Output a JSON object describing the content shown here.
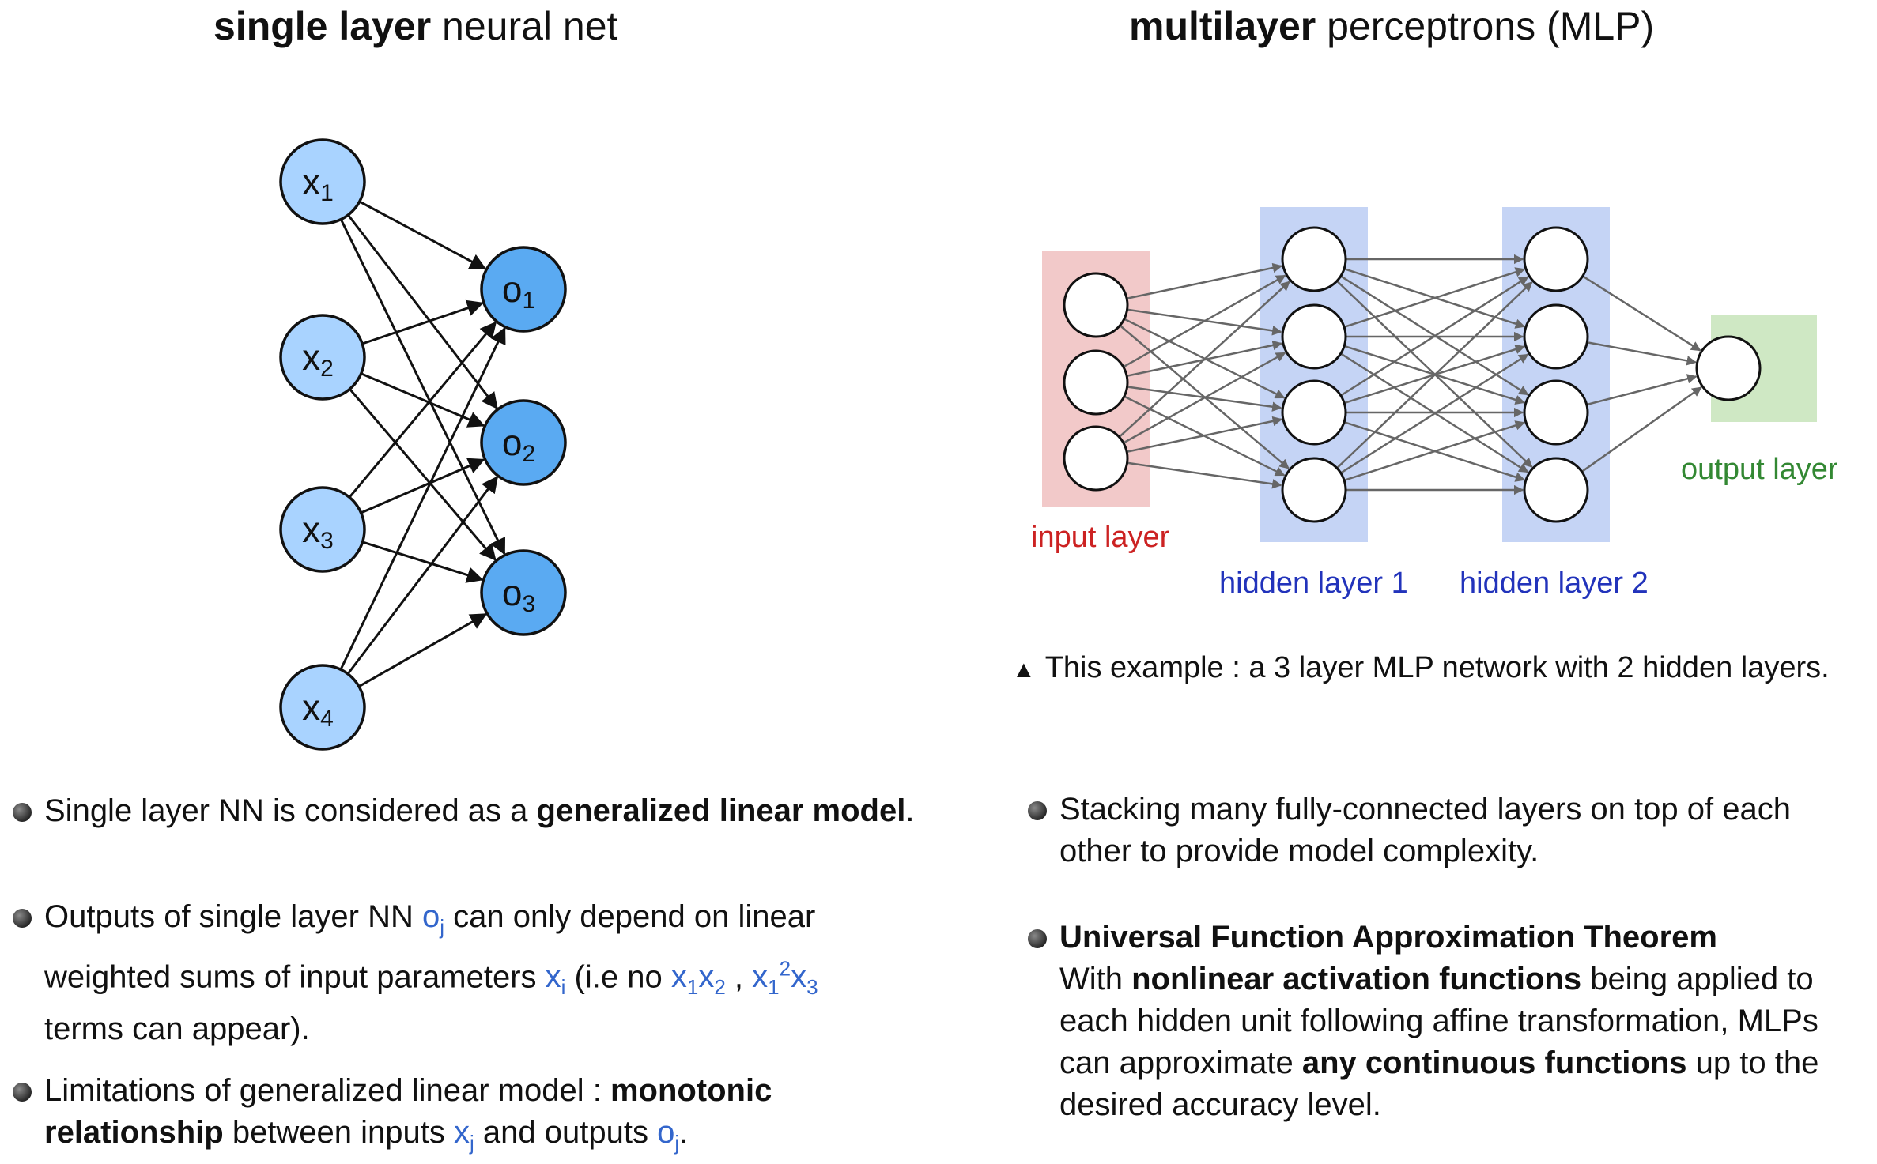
{
  "titles": {
    "left_bold": "single layer",
    "left_rest": " neural net",
    "right_bold": "multilayer",
    "right_rest": " perceptrons (MLP)"
  },
  "single_layer": {
    "inputs": [
      {
        "base": "x",
        "sub": "1"
      },
      {
        "base": "x",
        "sub": "2"
      },
      {
        "base": "x",
        "sub": "3"
      },
      {
        "base": "x",
        "sub": "4"
      }
    ],
    "outputs": [
      {
        "base": "o",
        "sub": "1"
      },
      {
        "base": "o",
        "sub": "2"
      },
      {
        "base": "o",
        "sub": "3"
      }
    ],
    "colors": {
      "input_fill": "#a9d3ff",
      "output_fill": "#5aaaf2",
      "stroke": "#111111"
    }
  },
  "mlp": {
    "labels": {
      "input": "input layer",
      "hidden1": "hidden layer 1",
      "hidden2": "hidden layer 2",
      "output": "output layer"
    },
    "layer_sizes": [
      3,
      4,
      4,
      1
    ],
    "colors": {
      "input_box": "#f2c9c9",
      "hidden_box": "#c5d4f5",
      "output_box": "#cfe8c4",
      "input_text": "#cc2222",
      "hidden_text": "#2233bb",
      "output_text": "#338833",
      "edge": "#666666"
    }
  },
  "caption": {
    "marker": "▲",
    "text": "This example : a 3 layer MLP network with 2 hidden layers."
  },
  "left_bullets": {
    "b1": {
      "t1": "Single layer NN is considered as a ",
      "bold": "generalized linear model",
      "t2": "."
    },
    "b2": {
      "t1": "Outputs of single layer NN ",
      "o_base": "o",
      "o_sub": "j",
      "t2": " can only depend on linear",
      "t3": "weighted sums of input parameters ",
      "x_base": "x",
      "x_sub": "i",
      "t4": " (i.e no ",
      "e1_a": "x",
      "e1_a_sub": "1",
      "e1_b": "x",
      "e1_b_sub": "2",
      "sep": " , ",
      "e2_a": "x",
      "e2_a_sub": "1",
      "e2_a_sup": "2",
      "e2_b": "x",
      "e2_b_sub": "3",
      "t5": "terms can appear)."
    },
    "b3": {
      "t1": "Limitations of generalized linear model : ",
      "bold1": "monotonic",
      "bold2": "relationship",
      "t2": " between inputs ",
      "x_base": "x",
      "x_sub": "j",
      "t3": " and outputs ",
      "o_base": "o",
      "o_sub": "j",
      "t4": "."
    }
  },
  "right_bullets": {
    "b1": {
      "l1": "Stacking many fully-connected layers on top of each",
      "l2": "other to provide model complexity."
    },
    "b2": {
      "heading": "Universal Function Approximation Theorem",
      "t1": "With ",
      "bold1": "nonlinear activation functions",
      "t2": " being applied to",
      "l2": "each hidden unit following affine transformation, MLPs",
      "t3": "can approximate ",
      "bold2": "any continuous functions",
      "t4": " up to the",
      "l4": "desired accuracy level."
    }
  }
}
